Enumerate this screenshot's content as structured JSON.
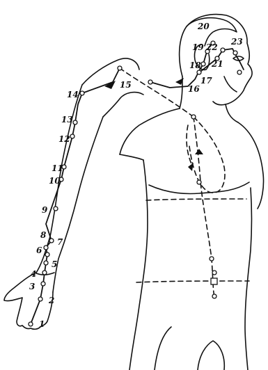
{
  "figure": {
    "point_labels": [
      "1",
      "2",
      "3",
      "4",
      "5",
      "6",
      "7",
      "8",
      "9",
      "10",
      "11",
      "12",
      "13",
      "14",
      "15",
      "16",
      "17",
      "18",
      "19",
      "20",
      "21",
      "22",
      "23"
    ]
  }
}
